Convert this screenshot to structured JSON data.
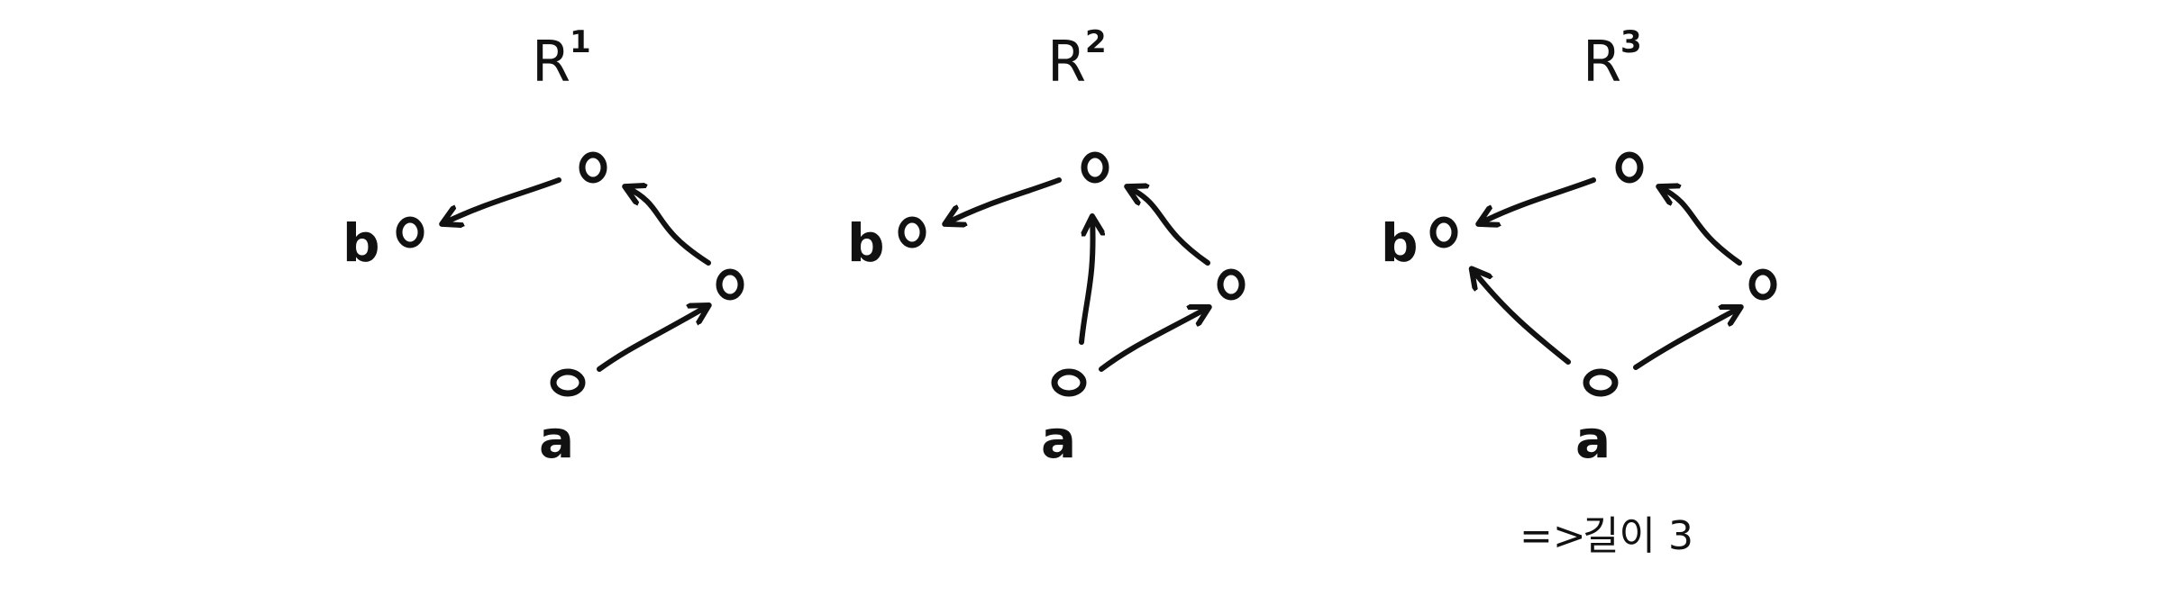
{
  "panels": [
    {
      "id": "r1",
      "base": "R",
      "exponent": "1",
      "node_labels": {
        "a": "a",
        "b": "b"
      }
    },
    {
      "id": "r2",
      "base": "R",
      "exponent": "2",
      "node_labels": {
        "a": "a",
        "b": "b"
      }
    },
    {
      "id": "r3",
      "base": "R",
      "exponent": "3",
      "node_labels": {
        "a": "a",
        "b": "b"
      }
    }
  ],
  "note": {
    "arrow": "=>",
    "text": "길이 3"
  }
}
